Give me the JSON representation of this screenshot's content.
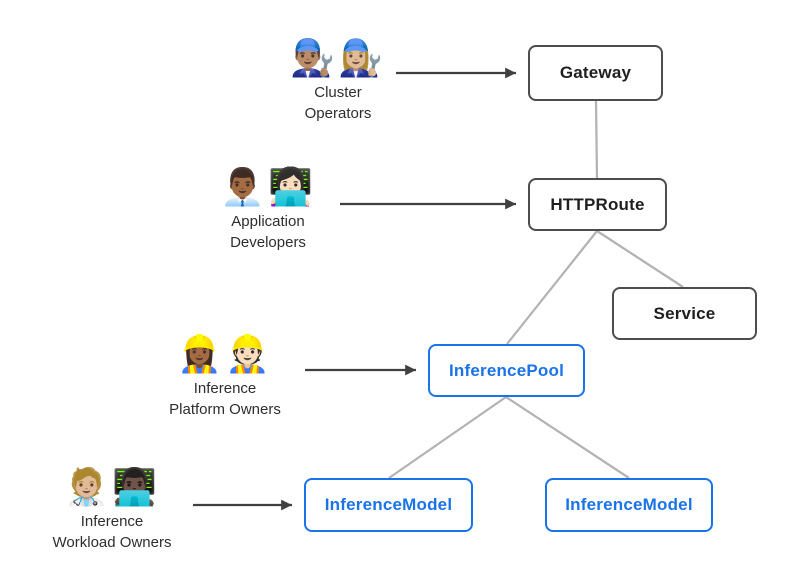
{
  "diagram": {
    "personas": [
      {
        "id": "cluster-operators",
        "emoji": "👨🏽‍🔧👩🏼‍🔧",
        "label_line1": "Cluster",
        "label_line2": "Operators"
      },
      {
        "id": "application-developers",
        "emoji": "👨🏾‍💼👩🏻‍💻",
        "label_line1": "Application",
        "label_line2": "Developers"
      },
      {
        "id": "inference-platform-owners",
        "emoji": "👷🏾‍♀️👷🏻",
        "label_line1": "Inference",
        "label_line2": "Platform Owners"
      },
      {
        "id": "inference-workload-owners",
        "emoji": "🧑🏼‍⚕️👨🏿‍💻",
        "label_line1": "Inference",
        "label_line2": "Workload Owners"
      }
    ],
    "nodes": [
      {
        "id": "gateway",
        "label": "Gateway"
      },
      {
        "id": "httproute",
        "label": "HTTPRoute"
      },
      {
        "id": "service",
        "label": "Service"
      },
      {
        "id": "inferencepool",
        "label": "InferencePool"
      },
      {
        "id": "inferencemodel-1",
        "label": "InferenceModel"
      },
      {
        "id": "inferencemodel-2",
        "label": "InferenceModel"
      }
    ],
    "colors": {
      "standard_border": "#4d4d4d",
      "standard_text": "#1f1f1f",
      "inference_accent": "#1a73e8",
      "connector": "#b3b3b3",
      "arrow": "#404040"
    }
  }
}
